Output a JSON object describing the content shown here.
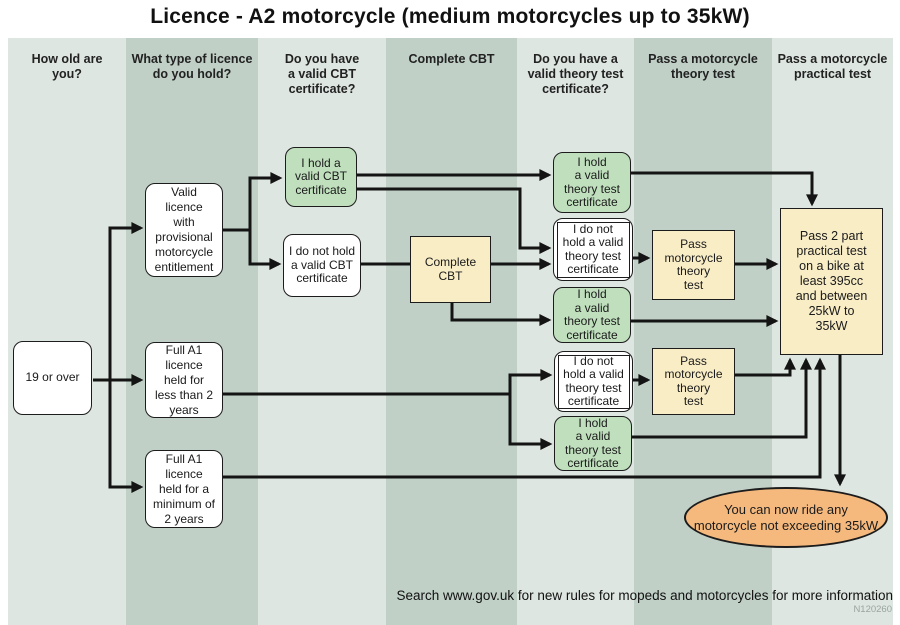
{
  "title": "Licence - A2 motorcycle (medium motorcycles up to 35kW)",
  "columns": [
    "How old are\nyou?",
    "What type of licence\ndo you hold?",
    "Do you have\na valid CBT\ncertificate?",
    "Complete CBT",
    "Do you have a\nvalid theory test\ncertificate?",
    "Pass a motorcycle\ntheory test",
    "Pass a motorcycle\npractical test"
  ],
  "nodes": {
    "age": "19 or over",
    "valid_licence": "Valid\nlicence\nwith\nprovisional\nmotorcycle\nentitlement",
    "full_a1_less": "Full A1\nlicence\nheld for\nless than 2\nyears",
    "full_a1_min": "Full A1\nlicence\nheld for a\nminimum of\n2 years",
    "hold_cbt": "I hold a\nvalid CBT\ncertificate",
    "not_hold_cbt": "I do not hold\na valid CBT\ncertificate",
    "complete_cbt": "Complete\nCBT",
    "hold_theory_top": "I hold\na valid\ntheory test\ncertificate",
    "not_hold_theory_1": "I do not\nhold a valid\ntheory test\ncertificate",
    "hold_theory_mid": "I hold\na valid\ntheory test\ncertificate",
    "pass_theory_1": "Pass\nmotorcycle\ntheory\ntest",
    "not_hold_theory_2": "I do not\nhold a valid\ntheory test\ncertificate",
    "pass_theory_2": "Pass\nmotorcycle\ntheory\ntest",
    "hold_theory_bottom": "I hold\na valid\ntheory test\ncertificate",
    "practical": "Pass 2 part\npractical test\non a bike at\nleast 395cc\nand between\n25kW to\n35kW",
    "result": "You can now ride any\nmotorcycle not exceeding 35kW"
  },
  "footer": {
    "search": "Search www.gov.uk for new rules for mopeds and motorcycles for more information",
    "code": "N120260"
  },
  "colors": {
    "band_light": "#dee6e1",
    "band_dark": "#c0d0c7",
    "box_green": "#bfdfbd",
    "box_yellow": "#f9edc6",
    "ellipse_orange": "#f5b97e",
    "line": "#141414"
  }
}
